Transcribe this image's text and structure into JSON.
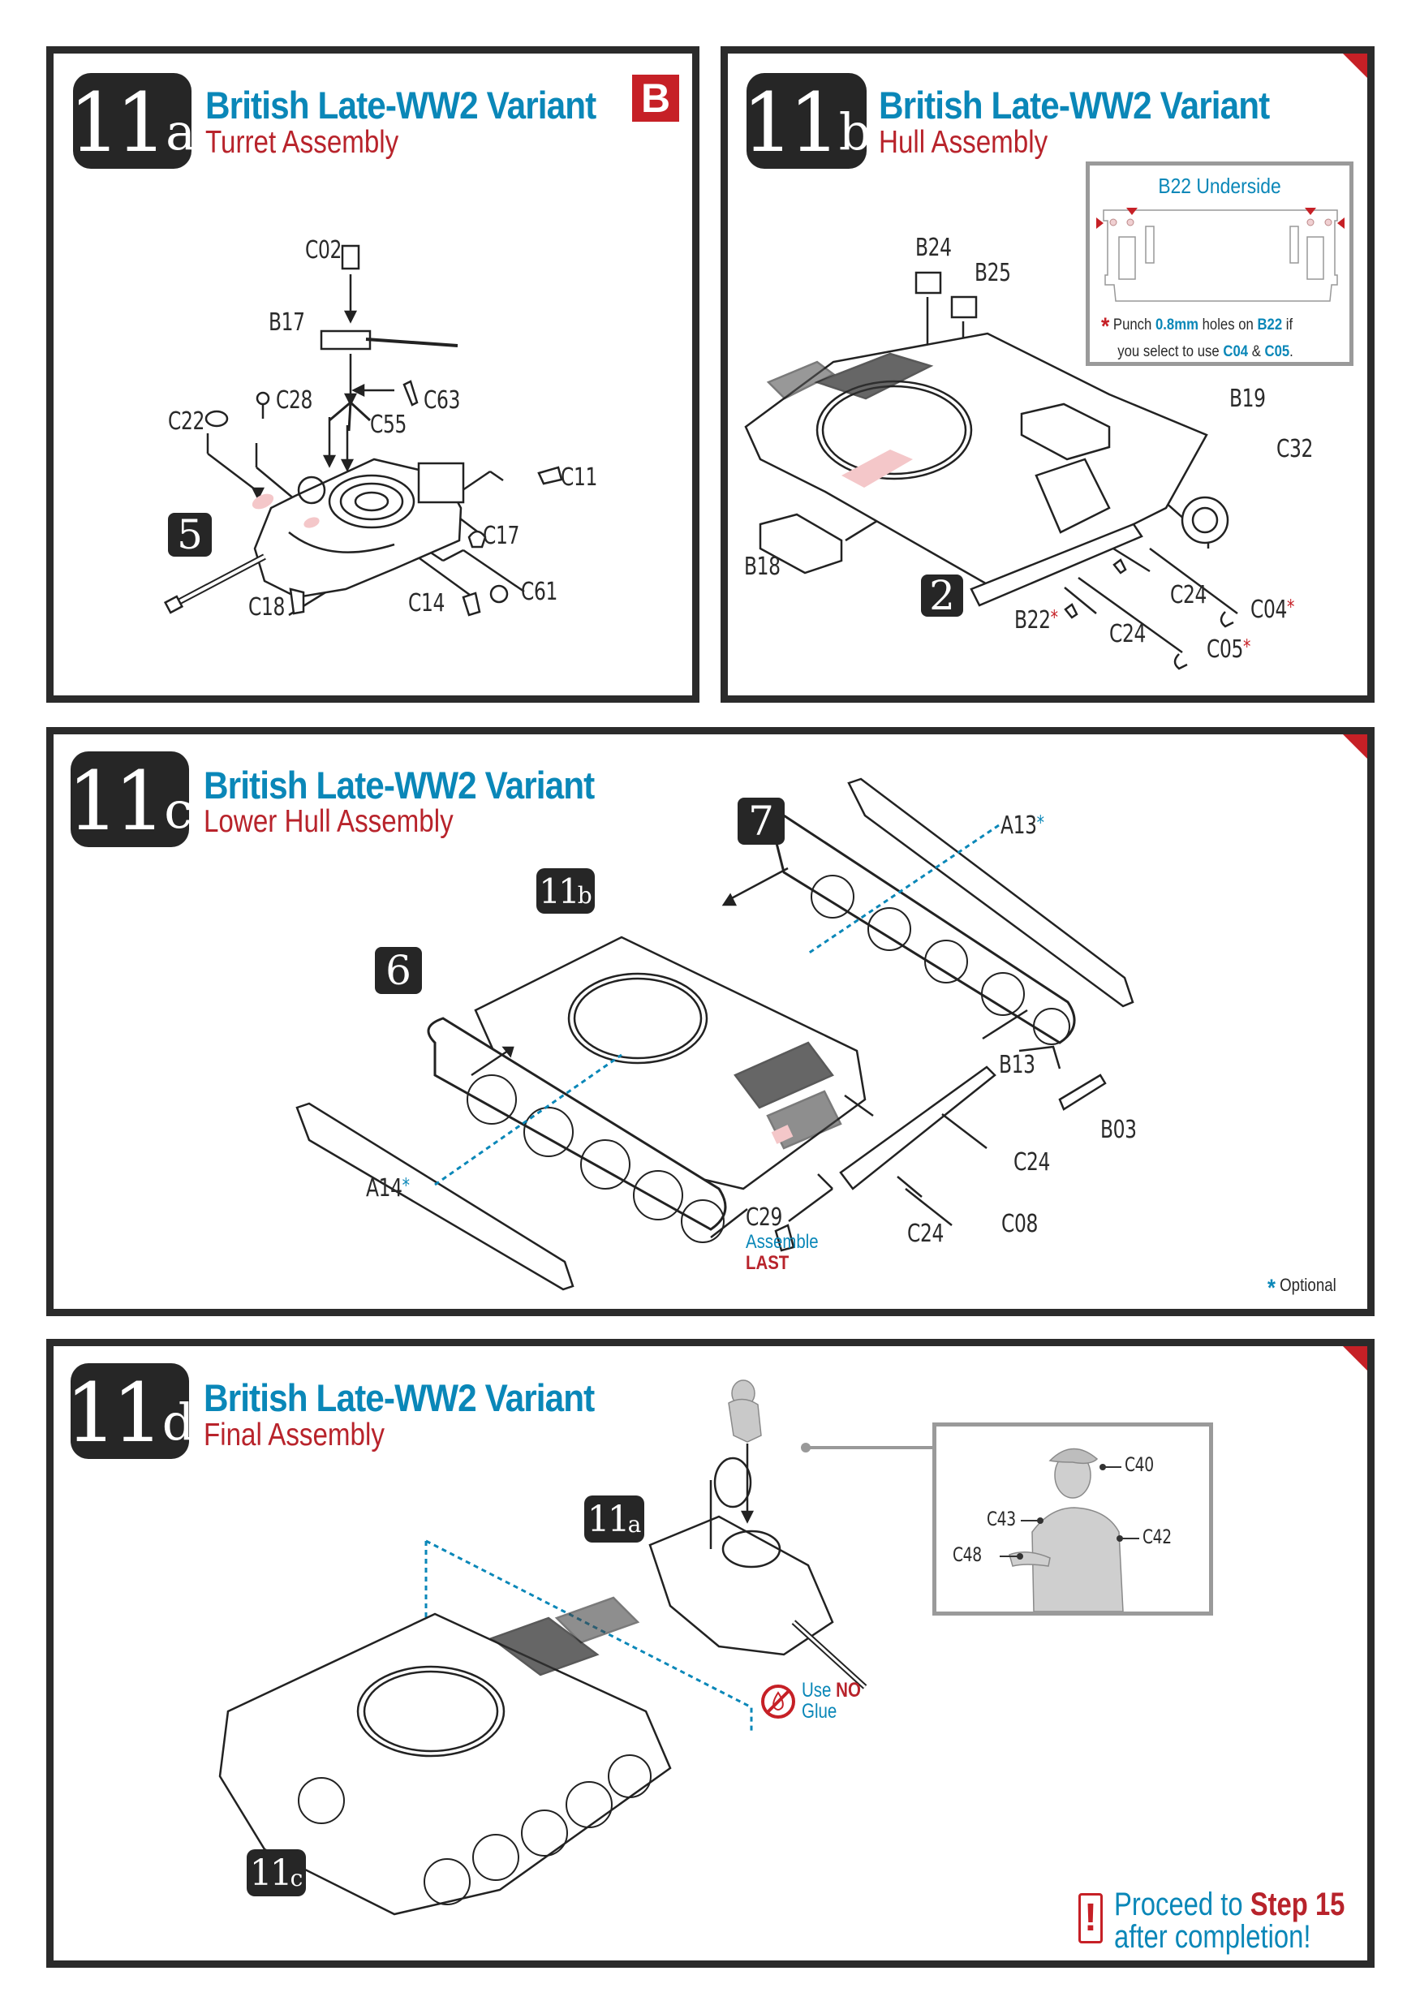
{
  "colors": {
    "title_blue": "#0a87b8",
    "subtitle_red": "#b8232b",
    "accent_red": "#c62026",
    "frame": "#2b2b2b",
    "highlight_pink": "#f4c7c9"
  },
  "panels": {
    "p11a": {
      "step_number": "11",
      "step_suffix": "a",
      "title": "British Late-WW2 Variant",
      "subtitle": "Turret Assembly",
      "sprue_badge": "B",
      "callout_step": "5",
      "parts": [
        "C02",
        "B17",
        "C28",
        "C63",
        "C22",
        "C55",
        "C11",
        "C17",
        "C61",
        "C14",
        "C18"
      ]
    },
    "p11b": {
      "step_number": "11",
      "step_suffix": "b",
      "title": "British Late-WW2 Variant",
      "subtitle": "Hull Assembly",
      "callout_step": "2",
      "inset": {
        "title": "B22 Underside",
        "note_star": "*",
        "note_parts": [
          "Punch ",
          "0.8mm",
          " holes on ",
          "B22",
          " if",
          "you select to use ",
          "C04",
          " & ",
          "C05",
          "."
        ]
      },
      "parts": [
        "B24",
        "B25",
        "B19",
        "C32",
        "B18",
        "B22",
        "C24",
        "C04",
        "C24",
        "C05"
      ],
      "optional_red_marked": [
        "B22",
        "C04",
        "C05"
      ]
    },
    "p11c": {
      "step_number": "11",
      "step_suffix": "c",
      "title": "British Late-WW2 Variant",
      "subtitle": "Lower Hull Assembly",
      "callouts": [
        "7",
        "6"
      ],
      "subassembly_ref": {
        "num": "11",
        "suf": "b"
      },
      "parts": [
        "A13",
        "A14",
        "B13",
        "B03",
        "C24",
        "C29",
        "C24",
        "C08"
      ],
      "c29_note_line1": "Assemble",
      "c29_note_line2": "LAST",
      "legend_star": "*",
      "legend_text": "Optional"
    },
    "p11d": {
      "step_number": "11",
      "step_suffix": "d",
      "title": "British Late-WW2 Variant",
      "subtitle": "Final Assembly",
      "subassembly_refs": [
        {
          "num": "11",
          "suf": "a"
        },
        {
          "num": "11",
          "suf": "c"
        }
      ],
      "figure_parts": [
        "C40",
        "C43",
        "C42",
        "C48"
      ],
      "no_glue": {
        "line1a": "Use ",
        "line1b": "NO",
        "line2": "Glue"
      },
      "proceed": {
        "line1a": "Proceed to ",
        "line1b": "Step 15",
        "line2": "after completion!"
      }
    }
  }
}
